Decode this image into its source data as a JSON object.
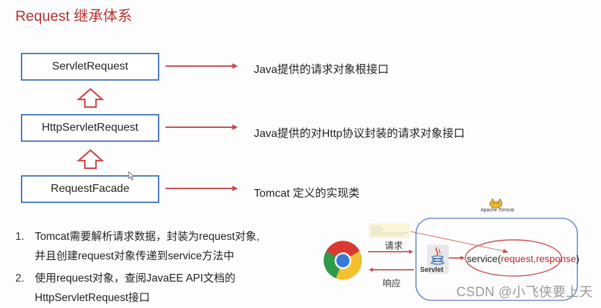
{
  "title": "Request 继承体系",
  "hierarchy": [
    {
      "class_name": "ServletRequest",
      "description": "Java提供的请求对象根接口"
    },
    {
      "class_name": "HttpServletRequest",
      "description": "Java提供的对Http协议封装的请求对象接口"
    },
    {
      "class_name": "RequestFacade",
      "description": "Tomcat 定义的实现类"
    }
  ],
  "notes": [
    {
      "number": "1.",
      "lines": [
        "Tomcat需要解析请求数据，封装为request对象,",
        "并且创建request对象传递到service方法中"
      ]
    },
    {
      "number": "2.",
      "lines": [
        "使用request对象，查阅JavaEE API文档的",
        "HttpServletRequest接口"
      ]
    }
  ],
  "flow_diagram": {
    "tomcat_label": "Apache Tomcat",
    "request_label": "请求",
    "response_label": "响应",
    "servlet_label": "Servlet",
    "service_prefix": "service(",
    "service_params": "request,response",
    "service_suffix": ")",
    "browser_icon": "chrome-icon",
    "tomcat_icon": "tomcat-logo-icon",
    "servlet_icon": "java-cup-icon"
  },
  "watermark": "CSDN @小飞侠要上天",
  "colors": {
    "title": "#b83232",
    "box_border": "#4a7ac0",
    "arrow": "#c94a4a",
    "container_border": "#6c8fc8"
  }
}
